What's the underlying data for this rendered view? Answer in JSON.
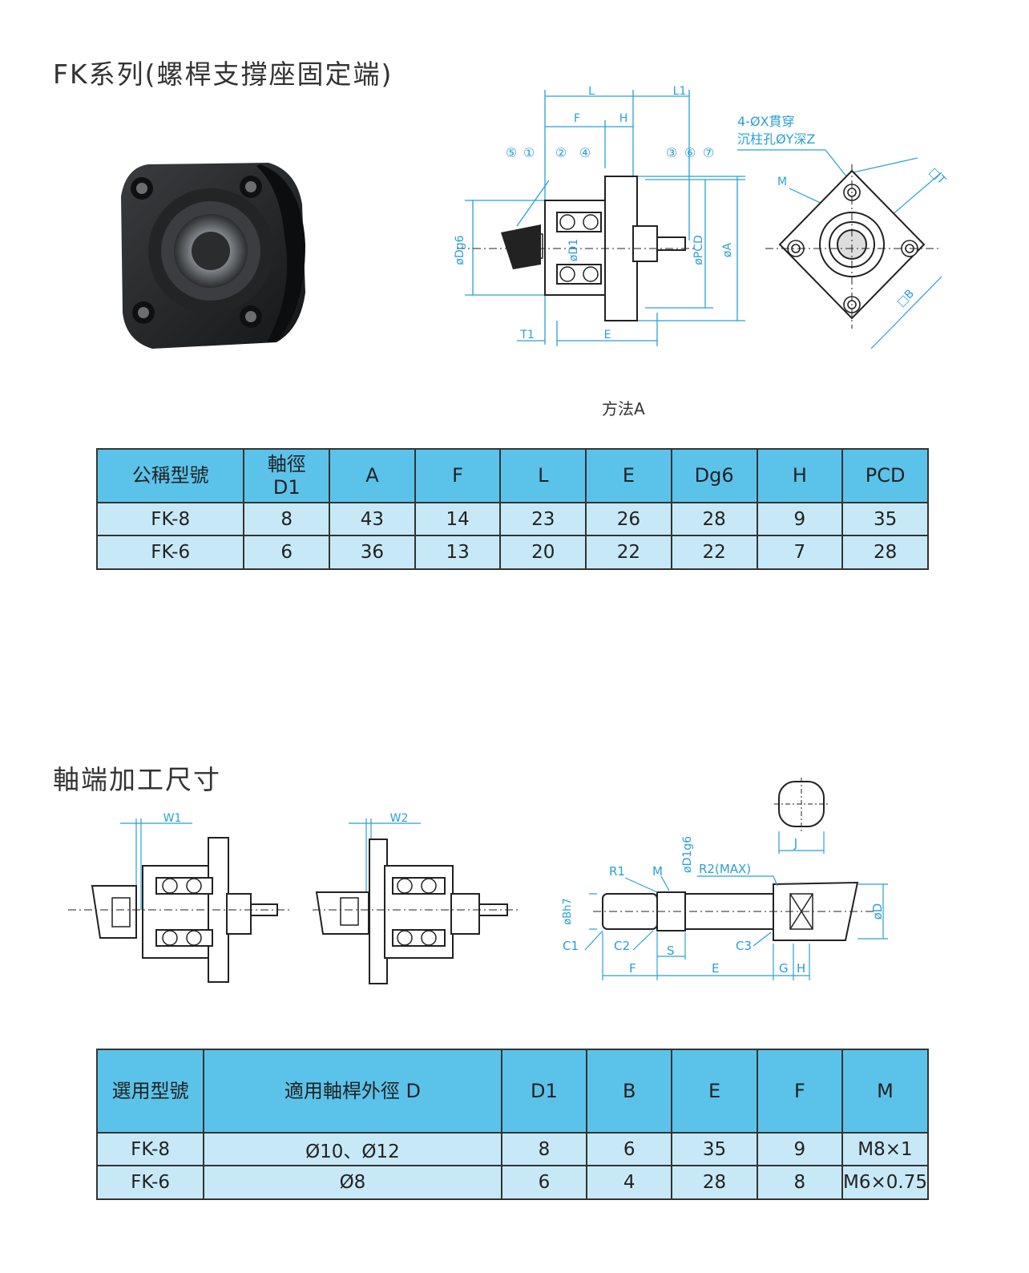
{
  "section1": {
    "title": "FK系列(螺桿支撐座固定端)",
    "caption": "方法A",
    "drawing_labels": {
      "L": "L",
      "L1": "L1",
      "F": "F",
      "H": "H",
      "T1": "T1",
      "E": "E",
      "Dg6": "øDg6",
      "D1": "øD1",
      "PCD": "øPCD",
      "A": "øA",
      "callouts": [
        "⑤",
        "①",
        "②",
        "④",
        "③",
        "⑥",
        "⑦"
      ],
      "hole_note_1": "4-ØX貫穿",
      "hole_note_2": "沉柱孔ØY深Z",
      "M": "M",
      "T": "□T",
      "B": "□B"
    },
    "table": {
      "headers": [
        "公稱型號",
        "軸徑\nD1",
        "A",
        "F",
        "L",
        "E",
        "Dg6",
        "H",
        "PCD"
      ],
      "header_d1_line1": "軸徑",
      "header_d1_line2": "D1",
      "rows": [
        [
          "FK-8",
          "8",
          "43",
          "14",
          "23",
          "26",
          "28",
          "9",
          "35"
        ],
        [
          "FK-6",
          "6",
          "36",
          "13",
          "20",
          "22",
          "22",
          "7",
          "28"
        ]
      ]
    }
  },
  "section2": {
    "title": "軸端加工尺寸",
    "drawing_labels": {
      "W1": "W1",
      "W2": "W2",
      "R1": "R1",
      "M": "M",
      "D1g6": "øD1g6",
      "R2": "R2(MAX)",
      "Bh7": "øBh7",
      "C1": "C1",
      "C2": "C2",
      "S": "S",
      "C3": "C3",
      "F": "F",
      "E": "E",
      "G": "G",
      "H": "H",
      "D": "øD",
      "J": "J"
    },
    "table": {
      "headers": [
        "選用型號",
        "適用軸桿外徑 D",
        "D1",
        "B",
        "E",
        "F",
        "M"
      ],
      "rows": [
        [
          "FK-8",
          "Ø10、Ø12",
          "8",
          "6",
          "35",
          "9",
          "M8×1"
        ],
        [
          "FK-6",
          "Ø8",
          "6",
          "4",
          "28",
          "8",
          "M6×0.75"
        ]
      ]
    }
  },
  "colors": {
    "header_bg": "#5bc3ea",
    "row_bg": "#c7e9f7",
    "dim_line": "#2a9fd6",
    "part": "#222222"
  }
}
